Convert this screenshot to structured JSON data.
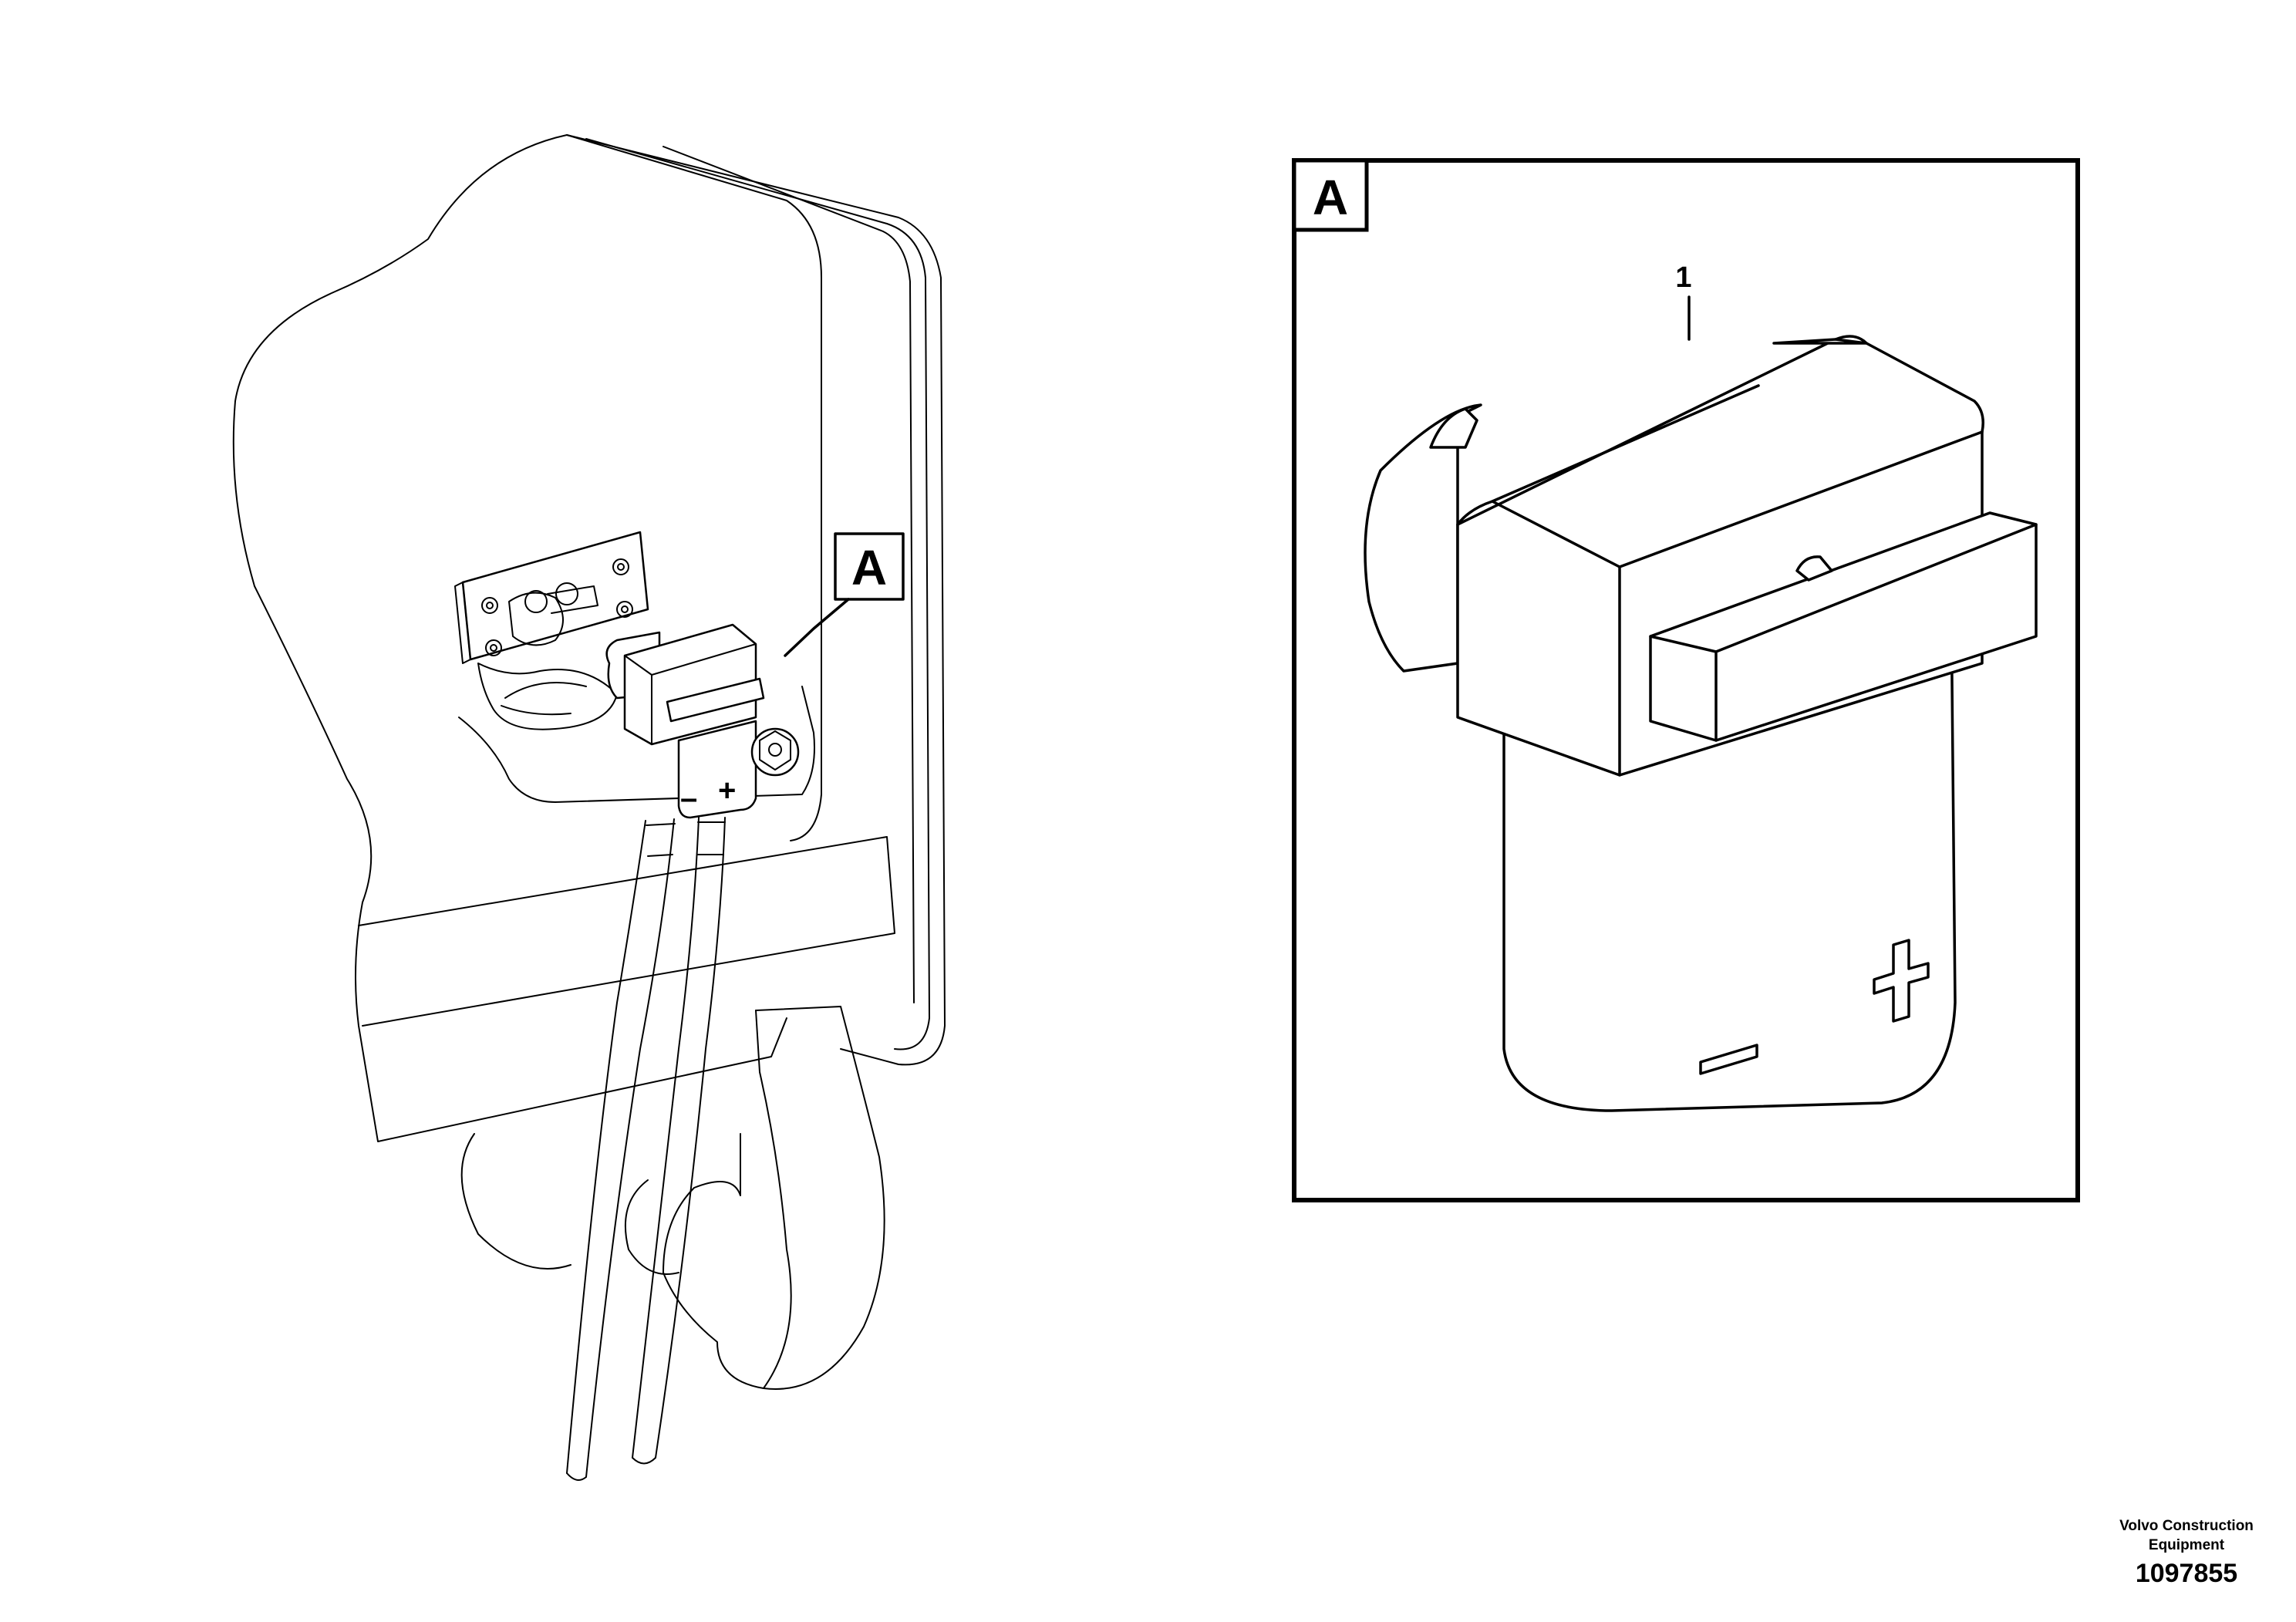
{
  "overview": {
    "callout_label": "A",
    "minus_sign": "–",
    "plus_sign": "+"
  },
  "detail": {
    "callout_label": "A",
    "part_number": "1"
  },
  "footer": {
    "maker_line1": "Volvo Construction",
    "maker_line2": "Equipment",
    "drawing_number": "1097855"
  }
}
